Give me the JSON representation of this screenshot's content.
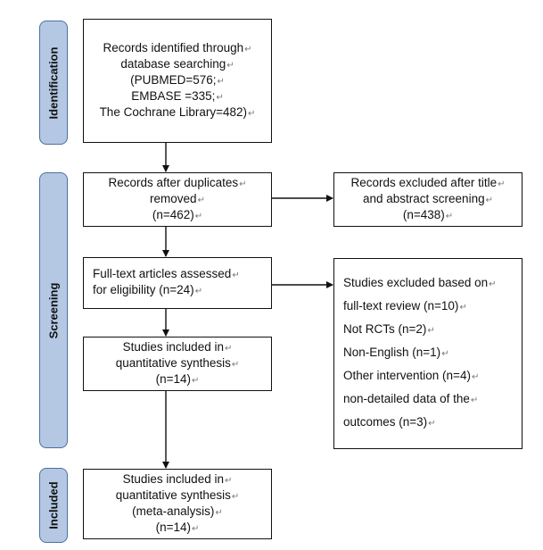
{
  "phases": [
    {
      "id": "identification",
      "label": "Identification"
    },
    {
      "id": "screening",
      "label": "Screening"
    },
    {
      "id": "included",
      "label": "Included"
    }
  ],
  "boxes": {
    "records_identified": [
      "Records identified through",
      "database searching",
      "(PUBMED=576;",
      "EMBASE =335;",
      "The Cochrane Library=482)"
    ],
    "after_duplicates": [
      "Records after duplicates",
      "removed",
      "(n=462)"
    ],
    "excluded_title_abstract": [
      "Records excluded after title",
      "and abstract screening",
      "(n=438)"
    ],
    "fulltext_assessed": [
      "Full-text articles assessed",
      "for eligibility (n=24)"
    ],
    "excluded_fulltext": [
      "Studies excluded based on",
      "full-text review (n=10)",
      "Not RCTs (n=2)",
      "Non-English (n=1)",
      "Other intervention (n=4)",
      "non-detailed data of the",
      "outcomes (n=3)"
    ],
    "quantitative": [
      "Studies included in",
      "quantitative synthesis",
      "(n=14)"
    ],
    "meta_analysis": [
      "Studies included in",
      "quantitative synthesis",
      "(meta-analysis)",
      "(n=14)"
    ]
  },
  "return_mark": "↵"
}
